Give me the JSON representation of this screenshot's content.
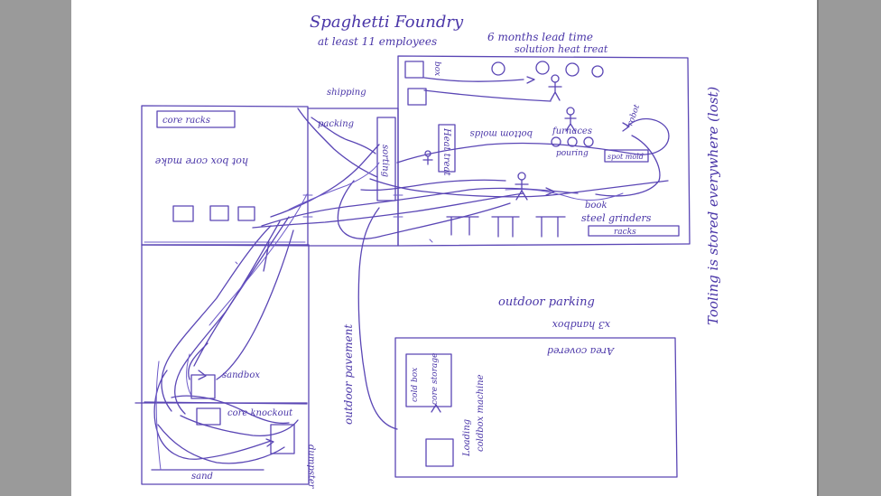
{
  "title": "Spaghetti Foundry",
  "subtitle": "at least 11 employees",
  "lead_time": "6 months lead time",
  "solution": "solution heat treat",
  "tooling_note": "Tooling is stored everywhere (lost)",
  "labels": {
    "shipping": "shipping",
    "packing": "packing",
    "core_racks": "core racks",
    "hot_box_core_making": "hot box core make",
    "sorting": "sorting",
    "box": "box",
    "heat_treat": "Heat treat",
    "bottom_molds": "bottom molds",
    "furnaces": "furnaces",
    "pouring": "pouring",
    "spot_mold": "spot mold",
    "robot_station": "robot",
    "book": "book",
    "steel_grinders": "steel grinders",
    "racks": "racks",
    "outdoor_parking": "outdoor parking",
    "outdoor_pavement": "outdoor pavement",
    "handbox_sides": "x3 handbox",
    "area_under_cover": "Area covered",
    "cold_box": "cold box",
    "core_storage": "core storage",
    "coldbox_machine": "coldbox machine",
    "cold_box_loading": "Loading",
    "sand_box": "sandbox",
    "core_knockout": "core knockout",
    "buildings": "sand",
    "sand_bottom_label": "sand",
    "dumpster": "dumpster"
  },
  "colors": {
    "ink": "#5a46b5",
    "paper": "#ffffff",
    "background": "#9a9a9a"
  }
}
